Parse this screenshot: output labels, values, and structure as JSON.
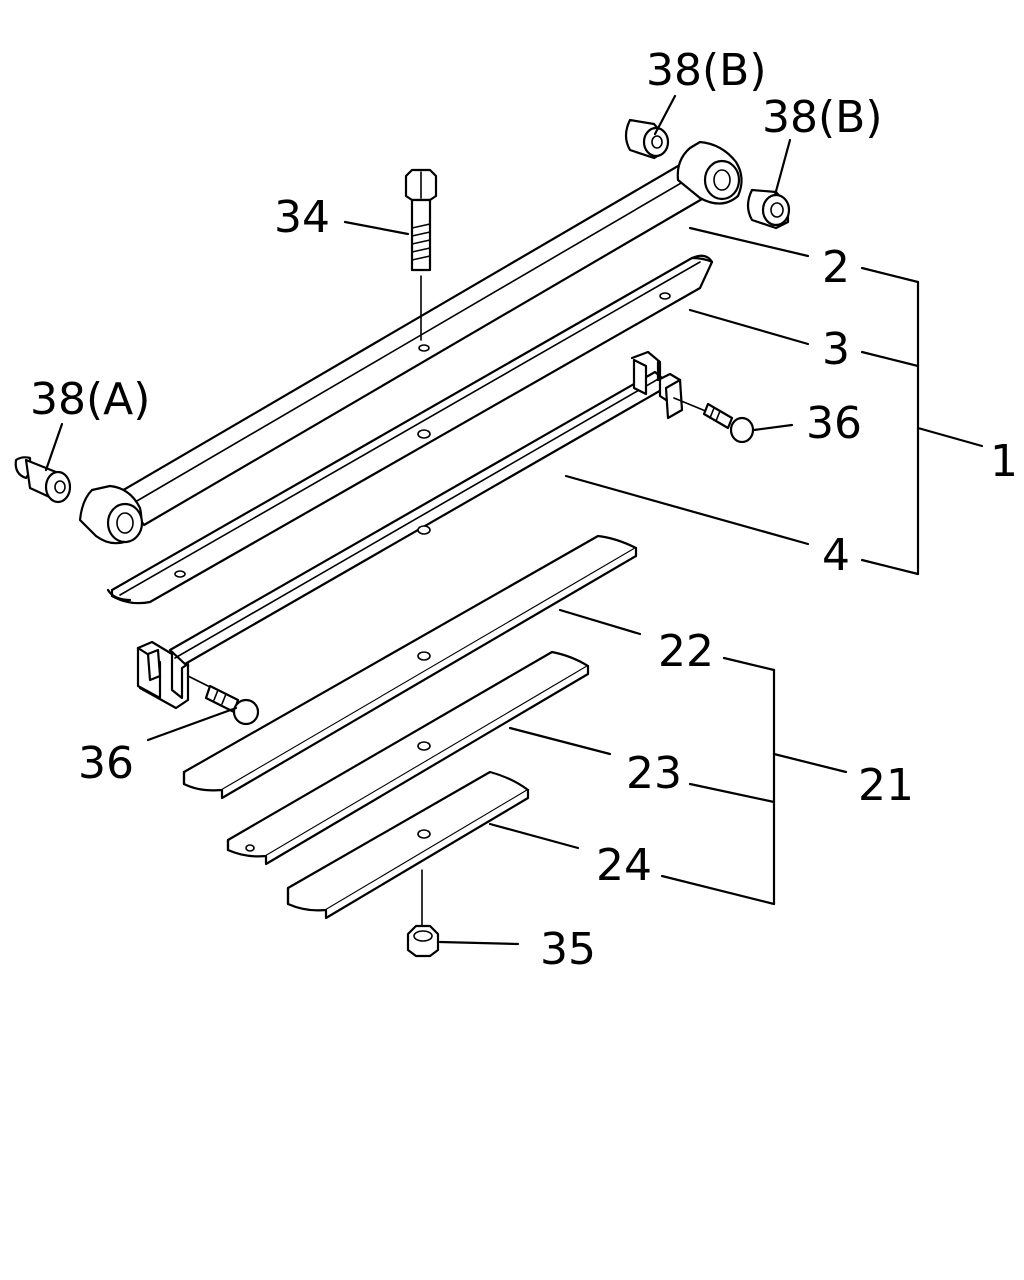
{
  "labels": {
    "l38b_top": "38(B)",
    "l38b_right": "38(B)",
    "l34": "34",
    "l2": "2",
    "l3": "3",
    "l1": "1",
    "l38a": "38(A)",
    "l36_right": "36",
    "l4": "4",
    "l22": "22",
    "l36_left": "36",
    "l23": "23",
    "l21": "21",
    "l24": "24",
    "l35": "35"
  }
}
